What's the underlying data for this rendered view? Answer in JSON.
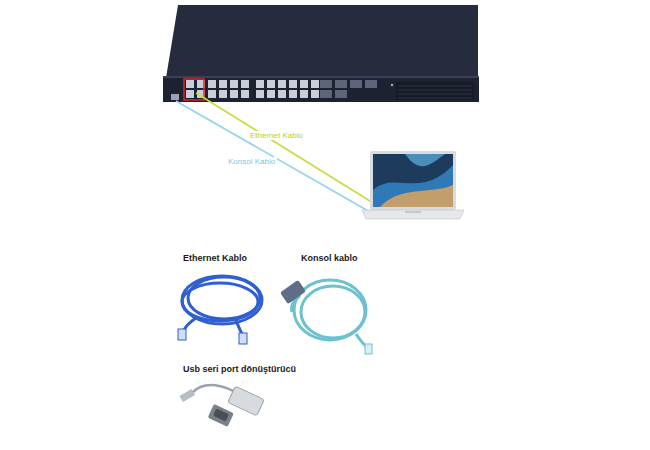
{
  "diagram": {
    "labels": [
      "Ethernet Kablo",
      "Konsol Kablo",
      "Ethernet Kablo",
      "Konsol kablo",
      "Usb seri port dönüştürücü"
    ]
  }
}
